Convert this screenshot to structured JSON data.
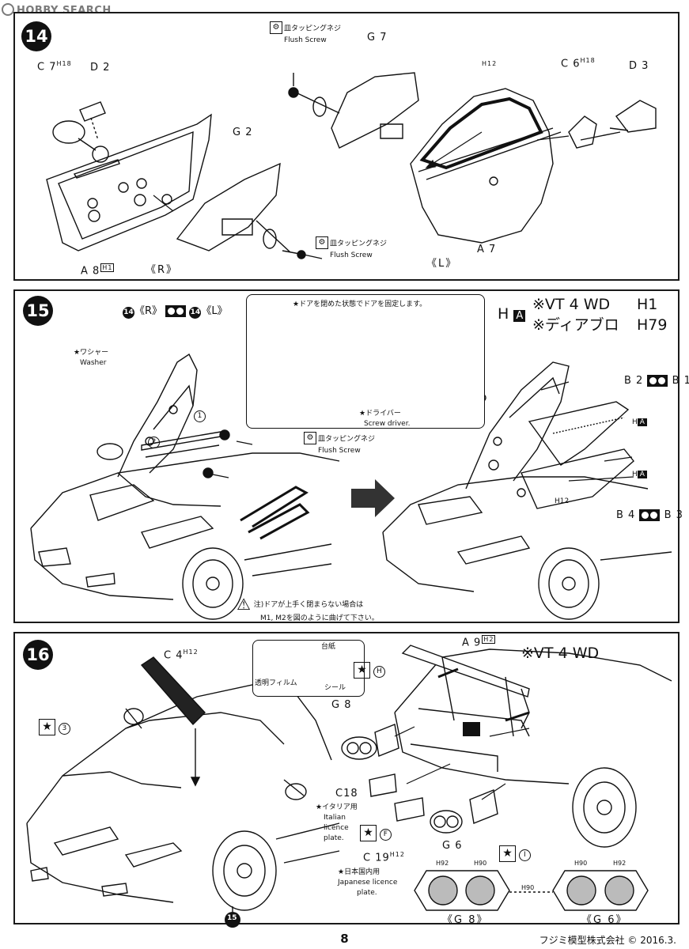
{
  "watermark": "HOBBY SEARCH",
  "page_number": "8",
  "maker": "フジミ模型株式会社 © 2016.3.",
  "screw": {
    "jp": "皿タッピングネジ",
    "en": "Flush Screw"
  },
  "step14": {
    "number": "14",
    "parts": {
      "c7": "C 7",
      "c7_runner": "H18",
      "d2": "D 2",
      "g7": "G 7",
      "g2": "G 2",
      "h12": "H12",
      "c6": "C 6",
      "c6_runner": "H18",
      "d3": "D 3",
      "a8": "A 8",
      "a8_runner": "H1",
      "a7": "A 7"
    },
    "side_r": "《R》",
    "side_l": "《L》"
  },
  "step15": {
    "number": "15",
    "ref_14": "14",
    "ref_r": "《R》",
    "ref_l": "《L》",
    "washer_jp": "★ワシャー",
    "washer_en": "Washer",
    "circle1": "1",
    "circle2": "2",
    "inset_text": "★ドアを閉めた状態でドアを固定します。",
    "driver_jp": "★ドライバー",
    "driver_en": "Screw driver.",
    "variant_box": "H",
    "variant_box_code": "A",
    "variant_vt": "※VT 4 WD",
    "variant_vt_runner": "H1",
    "variant_diablo": "※ディアブロ",
    "variant_diablo_runner": "H79",
    "parts": {
      "b2": "B 2",
      "b1": "B 1",
      "b4": "B 4",
      "b3": "B 3",
      "ha1": "H",
      "ha1_code": "A",
      "ha2": "H",
      "ha2_code": "A",
      "h12": "H12"
    },
    "note_prefix": "注)",
    "note_line1": "ドアが上手く閉まらない場合は",
    "note_line2": "M1, M2を図のように曲げて下さい。"
  },
  "step16": {
    "number": "16",
    "parts": {
      "c4": "C 4",
      "c4_runner": "H12",
      "a9": "A 9",
      "a9_runner": "H2",
      "g8": "G 8",
      "c18": "C18",
      "c19": "C 19",
      "c19_runner": "H12",
      "g6": "G 6"
    },
    "decal_3": "3",
    "decal_h": "H",
    "decal_f": "F",
    "decal_i": "I",
    "vt_label": "※VT 4 WD",
    "inset_daishi": "台紙",
    "inset_film": "透明フィルム",
    "inset_seal": "シール",
    "italian_jp": "★イタリア用",
    "italian_en_1": "Italian",
    "italian_en_2": "licence",
    "italian_en_3": "plate.",
    "japan_jp": "★日本国内用",
    "japan_en_1": "Japanese licence",
    "japan_en_2": "plate.",
    "taillight_h92": "H92",
    "taillight_h90": "H90",
    "taillight_h90_mid": "H90",
    "g8_label": "《G 8》",
    "g6_label": "《G 6》",
    "ref_15": "15"
  }
}
